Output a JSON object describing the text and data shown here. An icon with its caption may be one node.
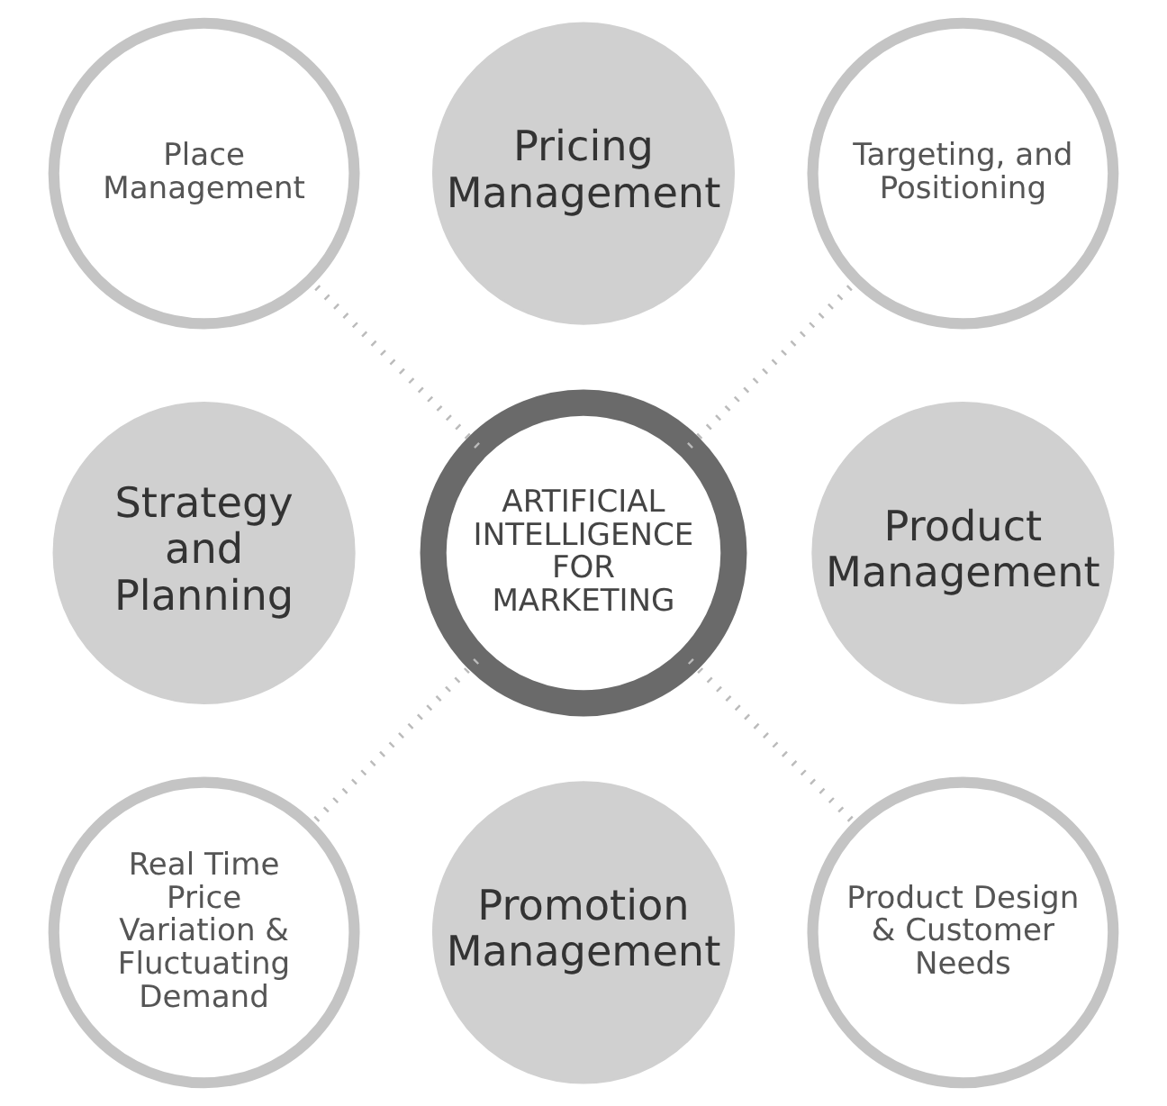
{
  "diagram": {
    "nodes": [
      {
        "text": [
          "Place Management"
        ]
      },
      {
        "text": [
          "Pricing Management"
        ]
      },
      {
        "text": [
          "Targeting, and Positioning"
        ]
      },
      {
        "text": [
          "Strategy and Planning"
        ]
      },
      {
        "text": [
          "ARTIFICIAL INTELLIGENCE FOR MARKETING"
        ]
      },
      {
        "text": [
          "Product Management"
        ]
      },
      {
        "text": [
          "Real Time Price Variation & Fluctuating Demand"
        ]
      },
      {
        "text": [
          "Promotion Management"
        ]
      },
      {
        "text": [
          "Product Design & Customer Needs"
        ]
      }
    ],
    "edges": [
      {
        "from": 4,
        "to": 0,
        "arrow": "none",
        "style": "dashed"
      },
      {
        "from": 4,
        "to": 2,
        "arrow": "none",
        "style": "dashed"
      },
      {
        "from": 4,
        "to": 6,
        "arrow": "none",
        "style": "dashed"
      },
      {
        "from": 4,
        "to": 8,
        "arrow": "none",
        "style": "dashed"
      }
    ]
  }
}
